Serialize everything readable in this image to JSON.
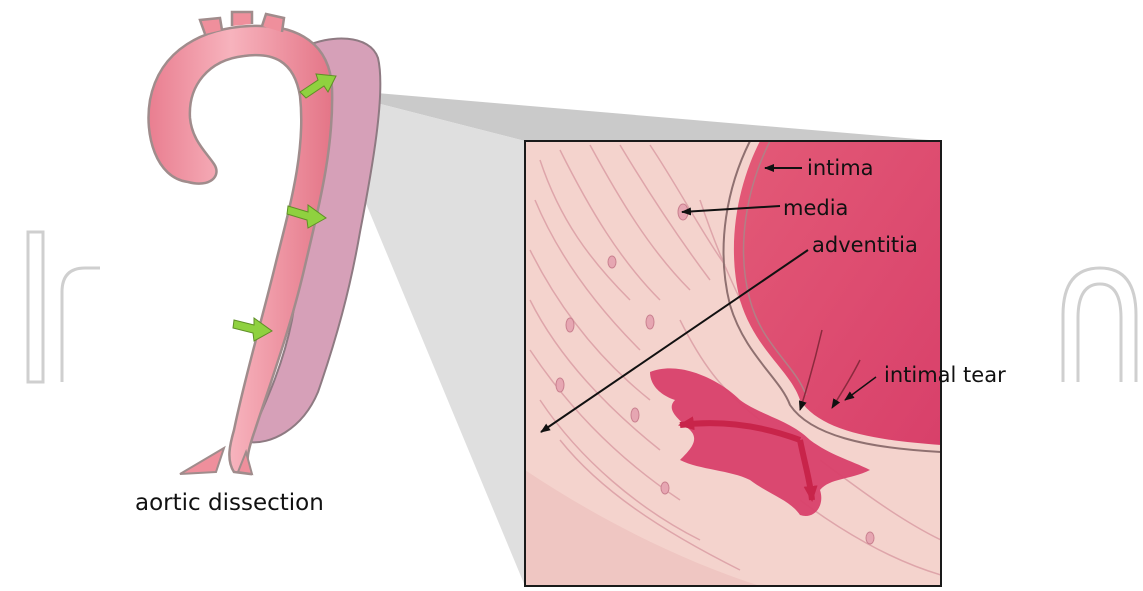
{
  "diagram": {
    "caption": "aortic dissection",
    "labels": {
      "intima": "intima",
      "media": "media",
      "adventitia": "adventitia",
      "intimal_tear": "intimal tear"
    }
  },
  "colors": {
    "aorta_fill": "#ef8f9c",
    "aorta_outline": "#b89a9a",
    "false_lumen": "#d6a0b8",
    "tissue_background": "#f4d3cd",
    "lumen": "#e1647c",
    "blood_flow": "#d23c5c",
    "arrow_green": "#8fd13f",
    "zoom_cone": "#d6d6d6",
    "watermark": "#c9c9c9"
  },
  "icons": {
    "arrow": "black-line-arrow",
    "flow": "green-flow-arrow",
    "watermark": "watermark-logo"
  }
}
